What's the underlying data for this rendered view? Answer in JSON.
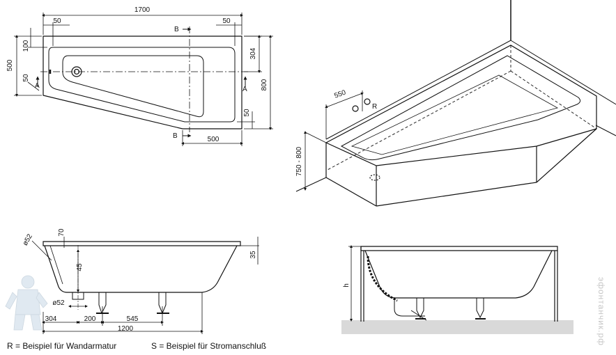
{
  "dimensions": {
    "top_view": {
      "total_length": "1700",
      "left_margin": "50",
      "right_margin": "50",
      "height_total": "500",
      "height_left": "100",
      "height_right": "304",
      "depth": "800",
      "angle_left": "50",
      "right_bottom": "50",
      "bottom_width": "500"
    },
    "iso_view": {
      "armature_distance": "550",
      "height_range": "750 - 800"
    },
    "side_view": {
      "drain_angle": "ø52",
      "rim": "70",
      "depth": "45",
      "rim_right": "35",
      "drain_diameter": "ø52",
      "offset_left": "304",
      "offset_a": "200",
      "offset_b": "545",
      "length": "1200"
    },
    "install_view": {
      "height_label": "h"
    }
  },
  "labels": {
    "section_b_top": "B",
    "section_b_bottom": "B",
    "section_a_left": "A",
    "section_a_right": "A",
    "armature_r": "R"
  },
  "legend": {
    "r_text": "R = Beispiel für Wandarmatur",
    "s_text": "S = Beispiel für Stromanschluß"
  },
  "watermark": "эфонтанчик.рф"
}
